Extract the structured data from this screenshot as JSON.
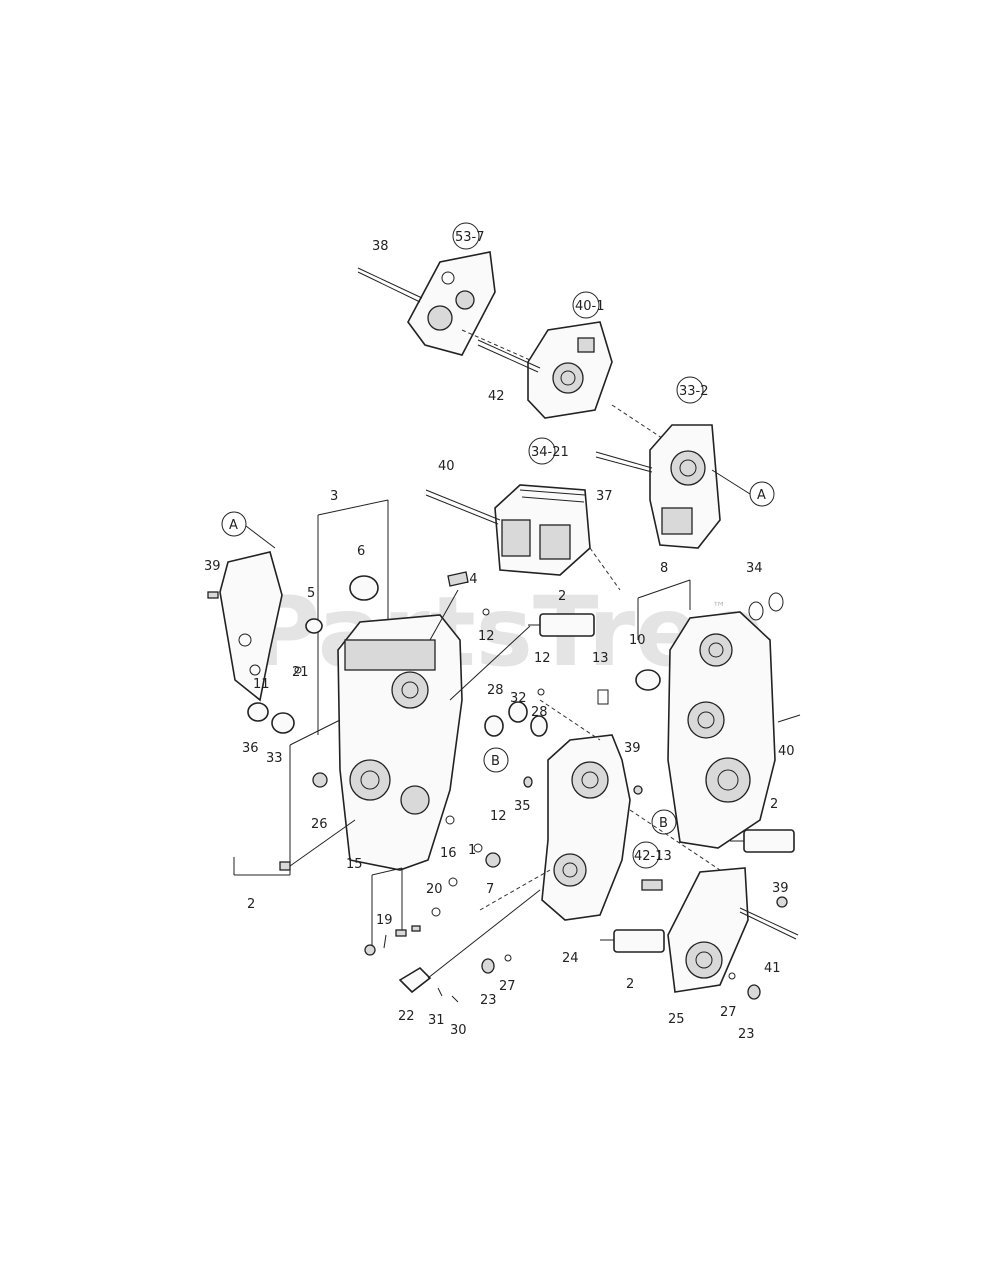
{
  "watermark": {
    "text": "PartsTree",
    "trademark": "™"
  },
  "callouts": {
    "c53_7": "53-7",
    "c40_1": "40-1",
    "c33_2": "33-2",
    "c34_21": "34-21",
    "c42_13": "42-13"
  },
  "ref_letters": {
    "A": "A",
    "B": "B"
  },
  "labels": {
    "l38": "38",
    "l42": "42",
    "l37": "37",
    "l40a": "40",
    "l3": "3",
    "l6": "6",
    "l5": "5",
    "l39a": "39",
    "l14": "14",
    "l12a": "12",
    "l2a": "2",
    "l13a": "13",
    "l11": "11",
    "l21": "21",
    "l36": "36",
    "l33": "33",
    "l26": "26",
    "l28a": "28",
    "l32": "32",
    "l28b": "28",
    "l12b": "12",
    "l12c": "12",
    "l35": "35",
    "l1": "1",
    "l16": "16",
    "l7": "7",
    "l2b": "2",
    "l15": "15",
    "l20": "20",
    "l19": "19",
    "l8": "8",
    "l10": "10",
    "l34": "34",
    "l40b": "40",
    "l2c": "2",
    "l39b": "39",
    "l39c": "39",
    "l24": "24",
    "l2d": "2",
    "l41": "41",
    "l27a": "27",
    "l23a": "23",
    "l22": "22",
    "l31": "31",
    "l30": "30",
    "l25": "25",
    "l27b": "27",
    "l23b": "23"
  }
}
